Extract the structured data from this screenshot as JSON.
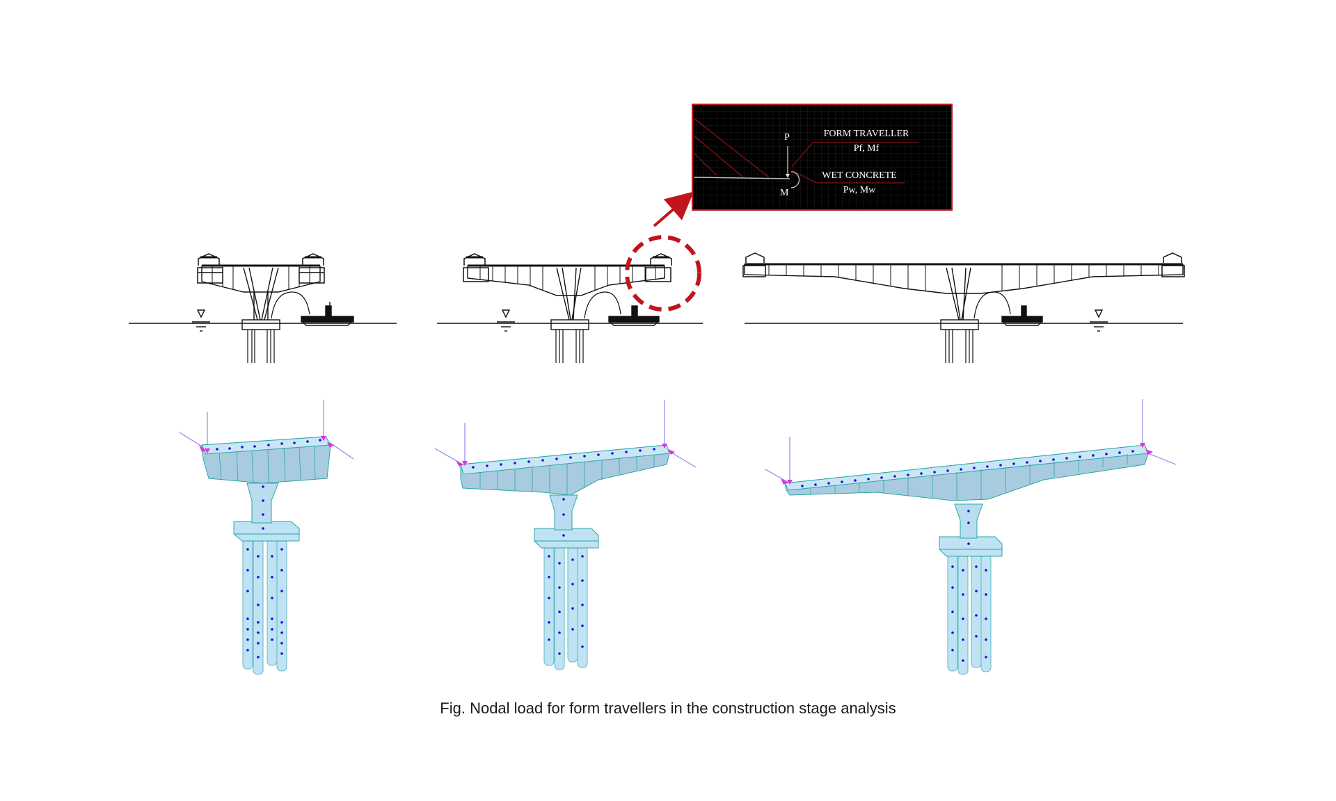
{
  "figure": {
    "caption": "Fig. Nodal load for form travellers in the construction stage analysis"
  },
  "inset": {
    "load_label_p": "P",
    "moment_label_m": "M",
    "form_traveller_title": "FORM TRAVELLER",
    "form_traveller_loads": "Pf, Mf",
    "wet_concrete_title": "WET CONCRETE",
    "wet_concrete_loads": "Pw, Mw",
    "border_color": "#c0151c",
    "background_color": "#000000"
  },
  "callout": {
    "highlight_shape": "dashed-circle",
    "color": "#c0151c"
  },
  "elevation_drawings": [
    {
      "stage": "early cantilever",
      "water_symbol": "left"
    },
    {
      "stage": "intermediate cantilever",
      "water_symbol": "left"
    },
    {
      "stage": "long cantilever",
      "water_symbol": "right"
    }
  ],
  "fe_models": [
    {
      "stage": "early cantilever"
    },
    {
      "stage": "intermediate cantilever"
    },
    {
      "stage": "long cantilever"
    }
  ],
  "colors": {
    "model_fill": "#b9dcef",
    "model_edge": "#2aa6a6",
    "node": "#1010ee",
    "load_arrow": "#e030e0",
    "load_line": "#8a8af0"
  }
}
